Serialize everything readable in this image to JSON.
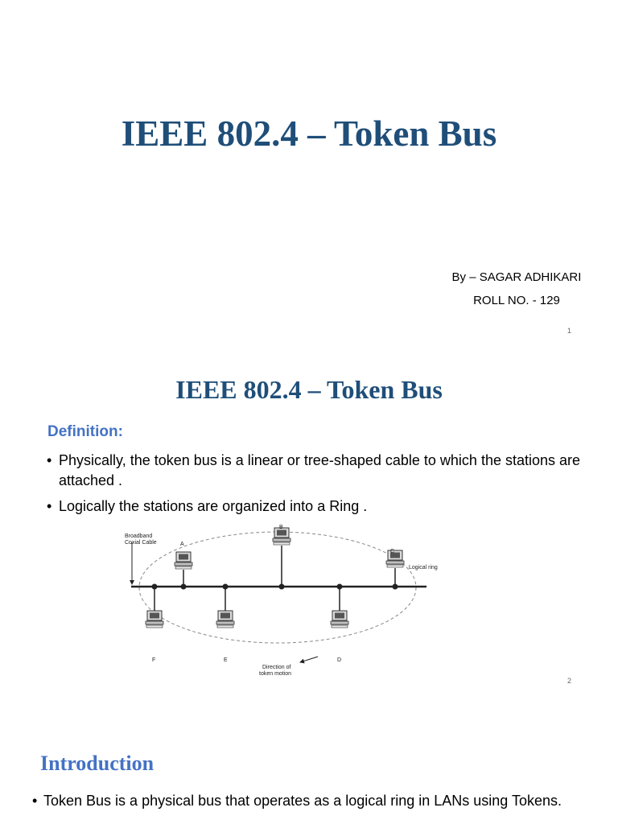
{
  "slide1": {
    "title": "IEEE 802.4 – Token Bus",
    "author_line": "By – SAGAR ADHIKARI",
    "roll_line": "ROLL NO. - 129",
    "page_number": "1"
  },
  "slide2": {
    "title": "IEEE 802.4 – Token Bus",
    "section_heading": "Definition:",
    "bullets": [
      "Physically, the token bus is a linear or tree-shaped cable to which the stations are attached .",
      "Logically the stations are organized into a Ring ."
    ],
    "diagram": {
      "cable_label_line1": "Broadband",
      "cable_label_line2": "Coxial Cable",
      "ring_label": "Logical ring",
      "motion_label_line1": "Direction of",
      "motion_label_line2": "token motion",
      "stations": {
        "a": "A",
        "b": "B",
        "c": "C",
        "d": "D",
        "e": "E",
        "f": "F"
      }
    },
    "page_number": "2"
  },
  "slide3": {
    "title": "Introduction",
    "bullets": [
      "Token Bus is a physical bus that operates as a logical ring in LANs using Tokens."
    ]
  },
  "colors": {
    "title": "#1f4e79",
    "heading_accent": "#4472c4"
  },
  "icons": {
    "bullet": "•",
    "station": "computer-icon"
  }
}
